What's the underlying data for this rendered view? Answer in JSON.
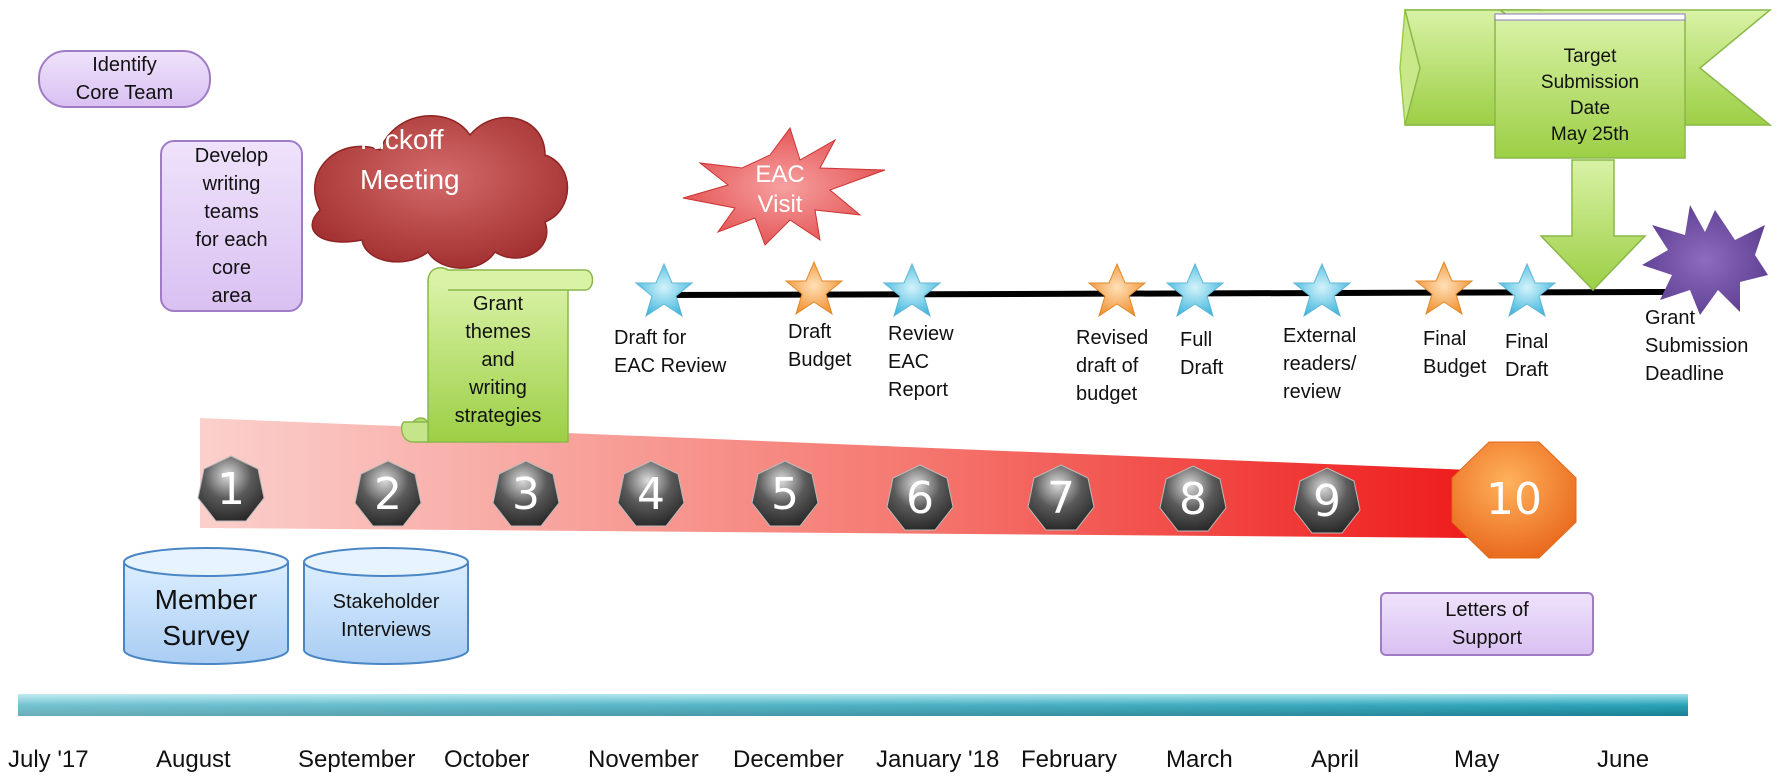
{
  "left_boxes": {
    "identify_core_team": "Identify\nCore Team",
    "develop_writing_teams": "Develop\nwriting\nteams\nfor each\ncore\narea"
  },
  "kickoff": "Kickoff\nMeeting",
  "eac_visit": "EAC\nVisit",
  "grant_themes": "Grant\nthemes\nand\nwriting\nstrategies",
  "target_banner": "Target\nSubmission\nDate\nMay 25th",
  "grant_deadline": "Grant\nSubmission\nDeadline",
  "milestones": [
    "Draft for\nEAC Review",
    "Draft\nBudget",
    "Review\nEAC\nReport",
    "Revised\ndraft of\nbudget",
    "Full\nDraft",
    "External\nreaders/\nreview",
    "Final\nBudget",
    "Final\nDraft"
  ],
  "steps": [
    "1",
    "2",
    "3",
    "4",
    "5",
    "6",
    "7",
    "8",
    "9",
    "10"
  ],
  "cylinders": {
    "member_survey": "Member\nSurvey",
    "stakeholder_interviews": "Stakeholder\nInterviews"
  },
  "letters_of_support": "Letters of\nSupport",
  "months": [
    "July '17",
    "August",
    "September",
    "October",
    "November",
    "December",
    "January '18",
    "February",
    "March",
    "April",
    "May",
    "June"
  ],
  "colors": {
    "star_blue": "#5bc6e6",
    "star_orange": "#f4a142",
    "purple": "#d9c1f2",
    "green": "#b8e06a",
    "red_cloud": "#b63b3b",
    "teal_bar": "#2a9fb3",
    "orange_octagon": "#f07f1f"
  }
}
